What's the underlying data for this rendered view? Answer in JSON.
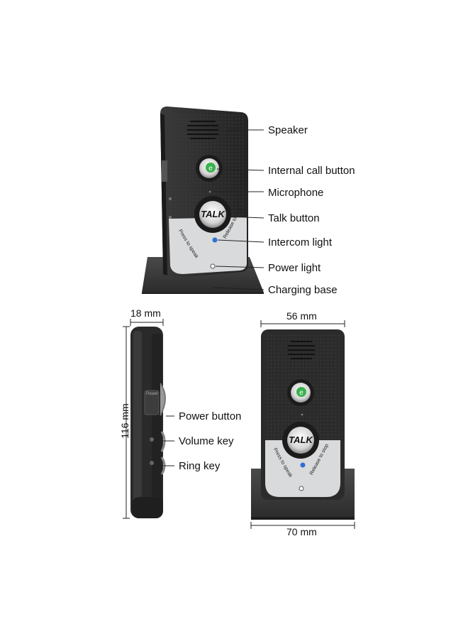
{
  "callouts": {
    "speaker": "Speaker",
    "internal_call_button": "Internal call button",
    "microphone": "Microphone",
    "talk_button": "Talk button",
    "intercom_light": "Intercom light",
    "power_light": "Power light",
    "charging_base": "Charging base",
    "power_button": "Power button",
    "volume_key": "Volume key",
    "ring_key": "Ring key"
  },
  "device_text": {
    "talk": "TALK",
    "press_to_speak": "Press to speak",
    "release_to_stop": "Release to stop",
    "power_side": "Power"
  },
  "dimensions": {
    "depth": "18 mm",
    "height": "116 mm",
    "width": "56 mm",
    "base_width": "70 mm"
  },
  "colors": {
    "body": "#2b2b2b",
    "panel": "#d9dadb",
    "base": "#3a3a3a",
    "call_icon": "#37b24d"
  }
}
